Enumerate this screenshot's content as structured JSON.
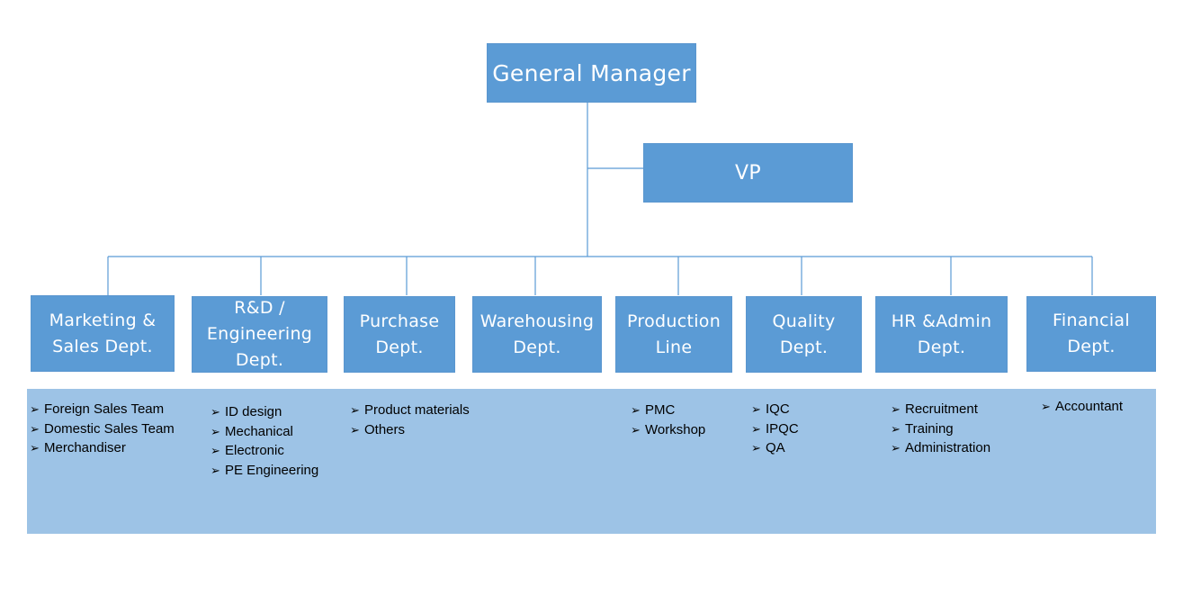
{
  "top": {
    "title": "General Manager"
  },
  "vp": {
    "title": "VP"
  },
  "departments": [
    {
      "name": "Marketing &\nSales Dept.",
      "items": [
        "Foreign Sales Team",
        "Domestic Sales Team",
        "Merchandiser"
      ]
    },
    {
      "name": "R&D /\nEngineering\nDept.",
      "items": [
        "ID design",
        "Mechanical",
        "Electronic",
        "PE Engineering"
      ]
    },
    {
      "name": "Purchase\nDept.",
      "items": [
        "Product materials",
        "Others"
      ]
    },
    {
      "name": "Warehousing\nDept.",
      "items": []
    },
    {
      "name": "Production\nLine",
      "items": [
        "PMC",
        "Workshop"
      ]
    },
    {
      "name": "Quality\nDept.",
      "items": [
        "IQC",
        "IPQC",
        "QA"
      ]
    },
    {
      "name": "HR &Admin\nDept.",
      "items": [
        "Recruitment",
        "Training",
        "Administration"
      ]
    },
    {
      "name": "Financial Dept.",
      "items": [
        "Accountant"
      ]
    }
  ],
  "bullet_icon": "arrow-bullet-icon",
  "colors": {
    "box": "#5b9bd5",
    "band": "#9dc3e6",
    "line": "#5b9bd5",
    "text_on_box": "#ffffff"
  }
}
